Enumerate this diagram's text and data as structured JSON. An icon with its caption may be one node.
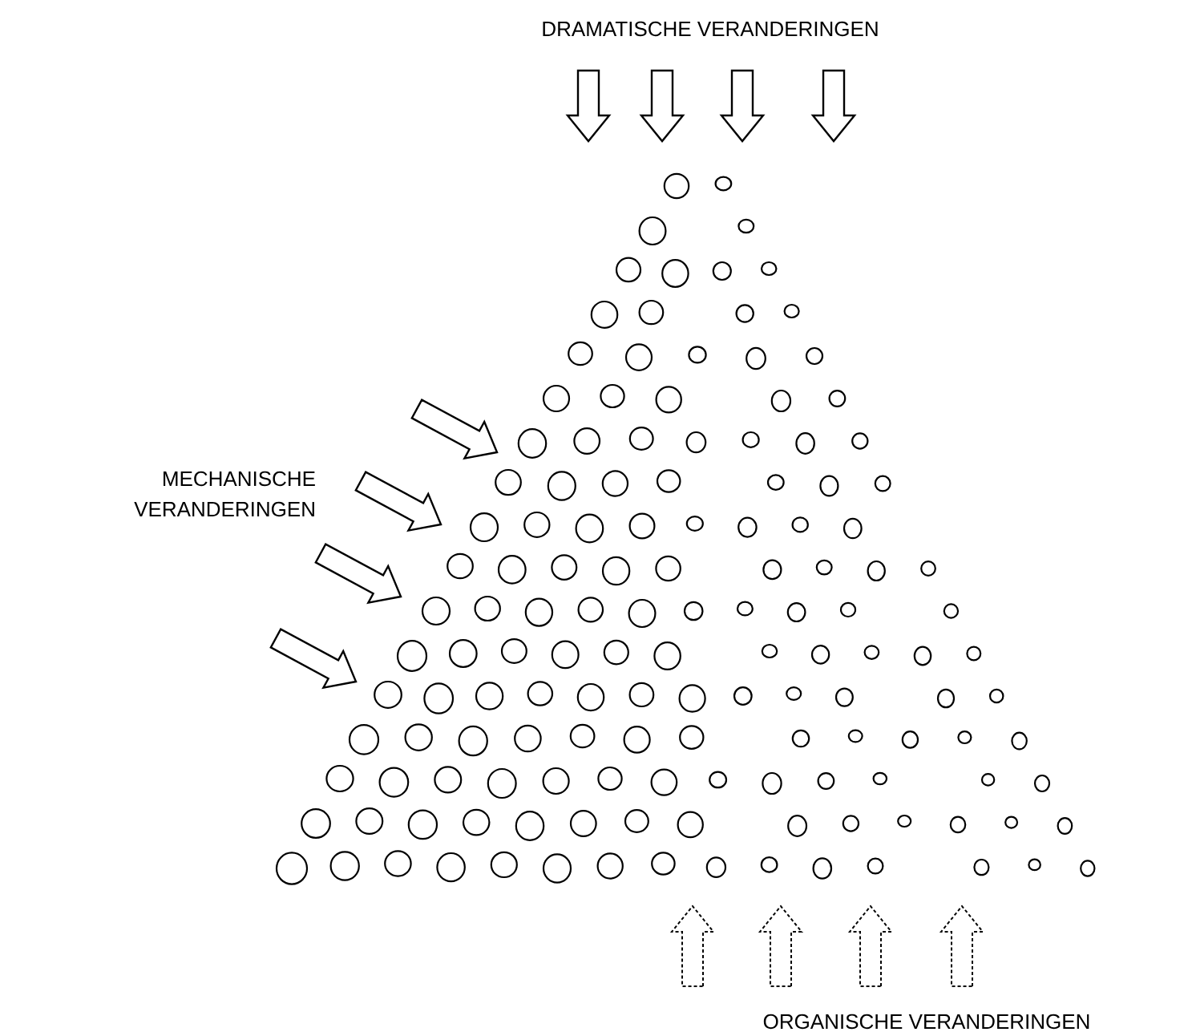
{
  "diagram": {
    "labels": [
      "DRAMATISCHE VERANDERINGEN",
      "MECHANISCHE VERANDERINGEN",
      "ORGANISCHE VERANDERINGEN"
    ]
  }
}
